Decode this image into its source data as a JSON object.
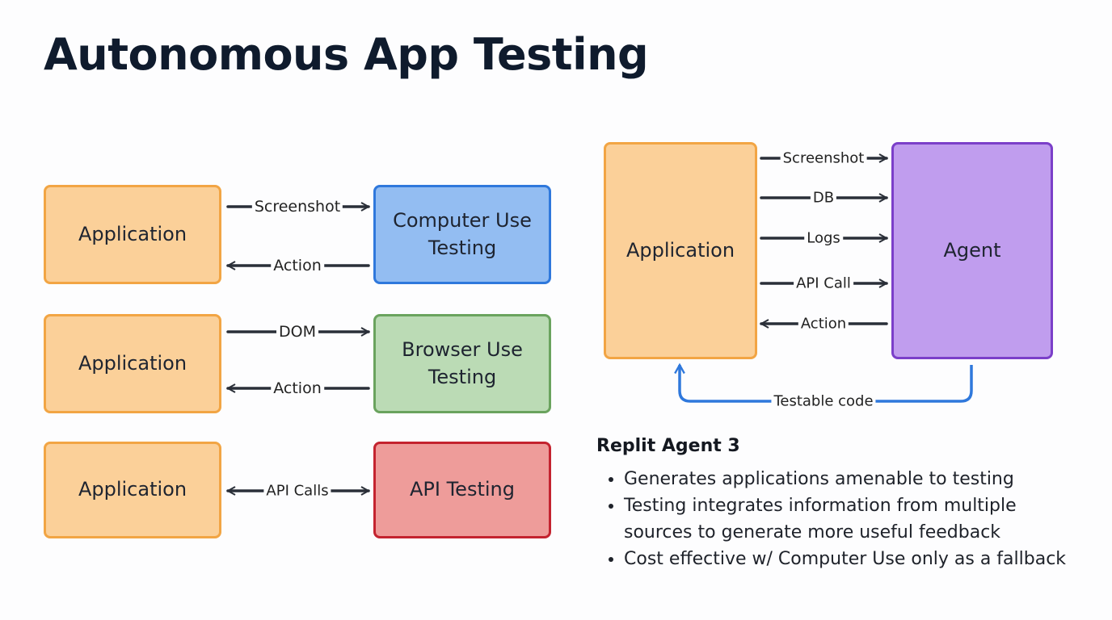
{
  "title": "Autonomous App Testing",
  "left": {
    "rows": [
      {
        "app": "Application",
        "target": "Computer Use\nTesting",
        "edges": [
          {
            "label": "Screenshot",
            "direction": "right"
          },
          {
            "label": "Action",
            "direction": "left"
          }
        ]
      },
      {
        "app": "Application",
        "target": "Browser Use\nTesting",
        "edges": [
          {
            "label": "DOM",
            "direction": "right"
          },
          {
            "label": "Action",
            "direction": "left"
          }
        ]
      },
      {
        "app": "Application",
        "target": "API Testing",
        "edges": [
          {
            "label": "API Calls",
            "direction": "both"
          }
        ]
      }
    ]
  },
  "right": {
    "app": "Application",
    "agent": "Agent",
    "edges": [
      {
        "label": "Screenshot",
        "direction": "right"
      },
      {
        "label": "DB",
        "direction": "right"
      },
      {
        "label": "Logs",
        "direction": "right"
      },
      {
        "label": "API Call",
        "direction": "right"
      },
      {
        "label": "Action",
        "direction": "left"
      }
    ],
    "loop_label": "Testable code"
  },
  "notes": {
    "heading": "Replit Agent 3",
    "bullets": [
      "Generates applications amenable to testing",
      "Testing integrates information from multiple sources to generate more useful feedback",
      "Cost effective w/ Computer Use only as a fallback"
    ]
  },
  "colors": {
    "app_fill": "#fbd099",
    "app_border": "#f2a544",
    "computer_use_fill": "#93bdf2",
    "computer_use_border": "#2f78dc",
    "browser_use_fill": "#bbdbb5",
    "browser_use_border": "#6aa35e",
    "api_fill": "#ee9c9a",
    "api_border": "#c4232f",
    "agent_fill": "#c09dee",
    "agent_border": "#7b3fc9",
    "loop_arrow": "#2f78dc",
    "arrow": "#2a2f38"
  }
}
